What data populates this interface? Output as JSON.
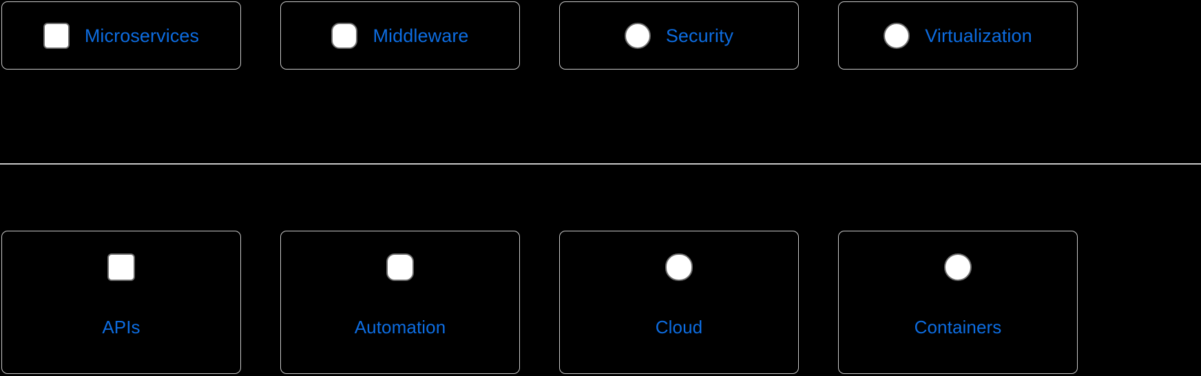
{
  "theme": {
    "background": "#000000",
    "accent_text": "#0d6ce0",
    "card_border": "#c9c9c9",
    "icon_fill": "#ffffff",
    "icon_border": "#6b6b6b",
    "divider": "#c9c9c9"
  },
  "top_row": {
    "cards": [
      {
        "label": "Microservices",
        "icon": "square-icon"
      },
      {
        "label": "Middleware",
        "icon": "rounded-square-icon"
      },
      {
        "label": "Security",
        "icon": "squircle-icon"
      },
      {
        "label": "Virtualization",
        "icon": "circle-icon"
      }
    ]
  },
  "divider": {
    "name": "horizontal-rule"
  },
  "bottom_row": {
    "cards": [
      {
        "label": "APIs",
        "icon": "square-icon"
      },
      {
        "label": "Automation",
        "icon": "rounded-square-icon"
      },
      {
        "label": "Cloud",
        "icon": "squircle-icon"
      },
      {
        "label": "Containers",
        "icon": "circle-icon"
      }
    ]
  }
}
